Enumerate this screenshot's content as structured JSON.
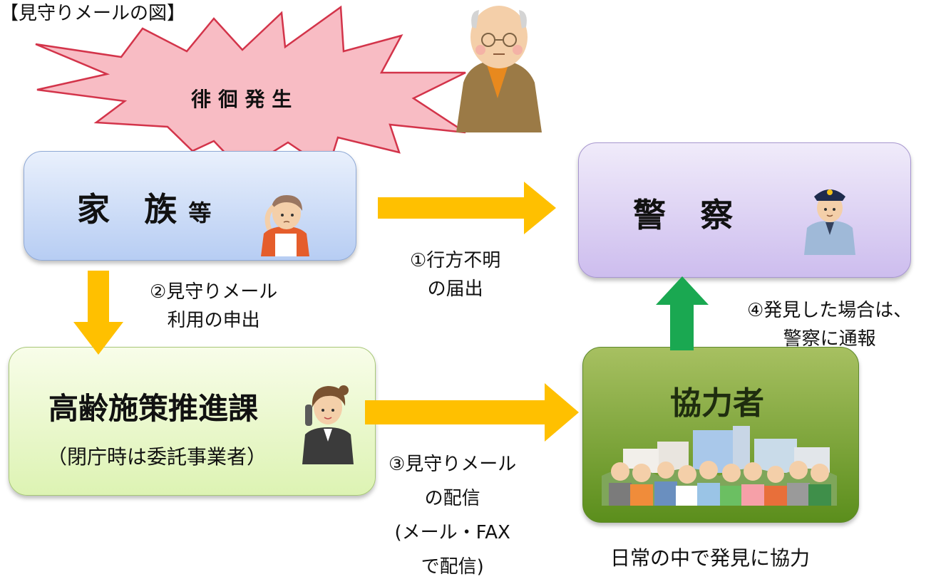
{
  "title": "【見守りメールの図】",
  "alert": {
    "label": "徘 徊 発 生"
  },
  "nodes": {
    "family": {
      "main": "家 族",
      "suffix": "等"
    },
    "police": {
      "main": "警 察"
    },
    "dept": {
      "main": "高齢施策推進課",
      "sub": "（閉庁時は委託事業者）"
    },
    "cooperator": {
      "main": "協力者",
      "caption": "日常の中で発見に協力"
    }
  },
  "steps": {
    "step1": {
      "line1": "①行方不明",
      "line2": "の届出"
    },
    "step2": {
      "line1": "②見守りメール",
      "line2": "利用の申出"
    },
    "step3": {
      "line1": "③見守りメール",
      "line2": "の配信",
      "line3": "(メール・FAX",
      "line4": "で配信)"
    },
    "step4": {
      "line1": "④発見した場合は、",
      "line2": "警察に通報"
    }
  },
  "colors": {
    "arrow_yellow": "#ffc000",
    "arrow_green": "#1aa851",
    "burst_fill": "#f8bcc4",
    "burst_stroke": "#d3344a"
  }
}
